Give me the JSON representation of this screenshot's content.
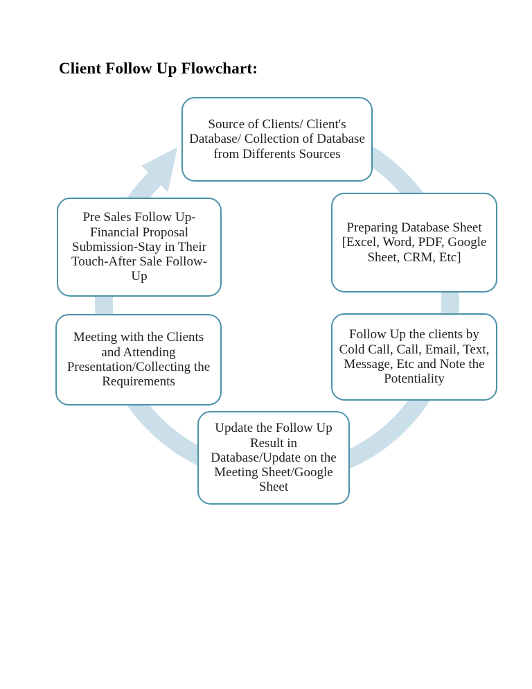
{
  "page": {
    "background_color": "#ffffff",
    "title": "Client Follow Up Flowchart:"
  },
  "flowchart": {
    "type": "cycle",
    "direction": "clockwise",
    "arrow_color": "#cbdfea",
    "box_border_color": "#4b92a8",
    "box_fill_color": "#ffffff",
    "text_color": "#1f1f1f",
    "steps": [
      {
        "position": "top",
        "text": "Source of Clients/ Client's Database/ Collection of Database from Differents Sources"
      },
      {
        "position": "right-upper",
        "text": "Preparing Database Sheet [Excel, Word, PDF, Google Sheet, CRM, Etc]"
      },
      {
        "position": "right-lower",
        "text": "Follow Up the clients by Cold Call, Call, Email, Text, Message, Etc and Note the Potentiality"
      },
      {
        "position": "bottom",
        "text": "Update the Follow Up Result in Database/Update on the Meeting Sheet/Google Sheet"
      },
      {
        "position": "left-lower",
        "text": "Meeting with the Clients and Attending Presentation/Collecting the Requirements"
      },
      {
        "position": "left-upper",
        "text": "Pre Sales Follow Up-Financial Proposal Submission-Stay in Their Touch-After Sale Follow-Up"
      }
    ]
  }
}
